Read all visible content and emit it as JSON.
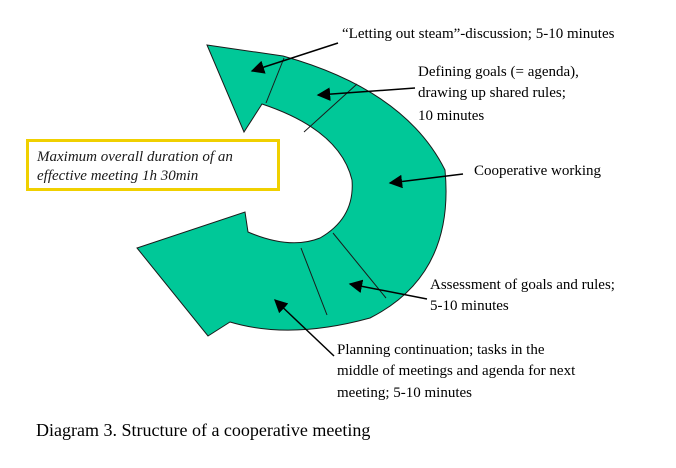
{
  "colors": {
    "arrow_fill": "#00c898",
    "arrow_stroke": "#1a1a1a",
    "note_border": "#f0d000"
  },
  "segments": [
    {
      "id": "letting-out-steam",
      "lines": [
        "“Letting out steam”-discussion; 5-10 minutes"
      ]
    },
    {
      "id": "defining-goals",
      "lines": [
        "Defining goals (= agenda),",
        "drawing up shared rules;",
        "10 minutes"
      ]
    },
    {
      "id": "cooperative-working",
      "lines": [
        "Cooperative working"
      ]
    },
    {
      "id": "assessment",
      "lines": [
        "Assessment of goals and rules;",
        "5-10 minutes"
      ]
    },
    {
      "id": "planning",
      "lines": [
        "Planning continuation; tasks in the",
        "middle of meetings and agenda for next",
        "meeting; 5-10 minutes"
      ]
    }
  ],
  "note": {
    "lines": [
      "Maximum overall duration of an",
      "effective meeting 1h 30min"
    ]
  },
  "caption": "Diagram 3. Structure of a cooperative meeting"
}
